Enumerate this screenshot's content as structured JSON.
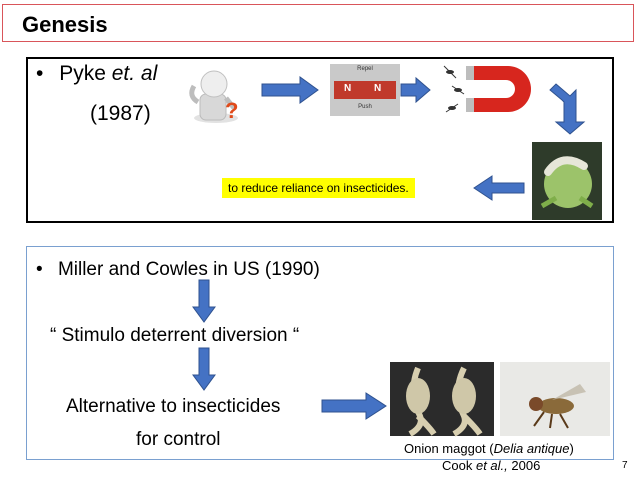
{
  "slide": {
    "title": "Genesis",
    "page_number": "7"
  },
  "section1": {
    "bullet": "•",
    "authors": "Pyke ",
    "etal": "et. al",
    "year": "(1987)",
    "ampersand": "&",
    "magnet_labels": {
      "top": "Repel",
      "n1": "N",
      "n2": "N",
      "bottom": "Push"
    },
    "highlight": "to reduce reliance on  insecticides."
  },
  "section2": {
    "bullet": "•",
    "line1": "Miller and  Cowles in US (1990)",
    "line2": "“ Stimulo deterrent diversion “",
    "line3": "Alternative to  insecticides",
    "line4": "for control"
  },
  "caption": {
    "line1_prefix": "Onion maggot (",
    "line1_italic": "Delia antique",
    "line1_suffix": ")",
    "line2_prefix": "Cook ",
    "line2_italic": "et al.,",
    "line2_suffix": " 2006"
  },
  "colors": {
    "arrow_fill": "#4472c4",
    "arrow_stroke": "#2f528f",
    "title_border": "#d9555a",
    "box2_border": "#7aa0d0",
    "highlight": "#ffff00"
  }
}
